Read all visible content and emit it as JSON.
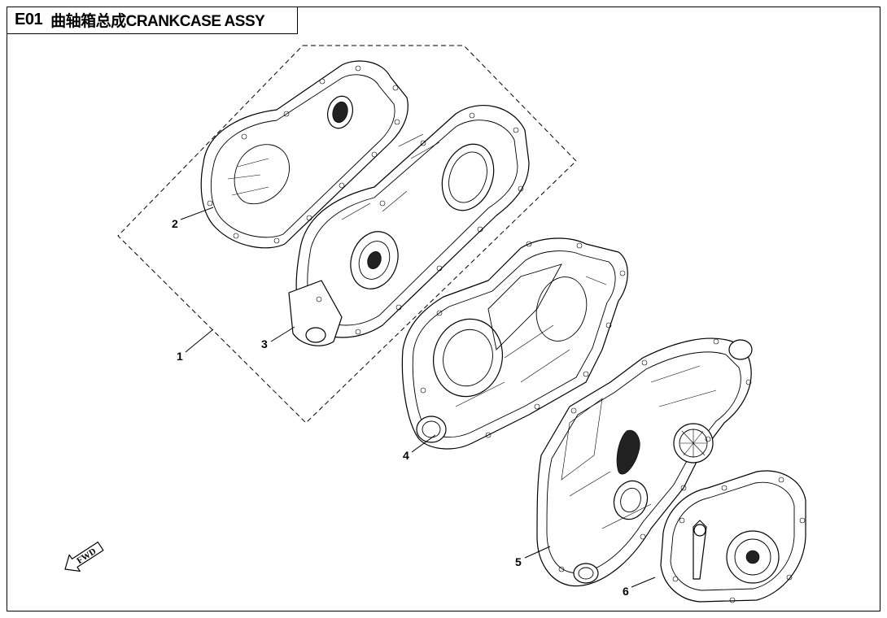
{
  "title": {
    "code": "E01",
    "text": "曲轴箱总成CRANKCASE ASSY"
  },
  "callouts": [
    {
      "id": "1",
      "label": "1"
    },
    {
      "id": "2",
      "label": "2"
    },
    {
      "id": "3",
      "label": "3"
    },
    {
      "id": "4",
      "label": "4"
    },
    {
      "id": "5",
      "label": "5"
    },
    {
      "id": "6",
      "label": "6"
    }
  ],
  "direction_arrow": {
    "label": "FWD"
  }
}
